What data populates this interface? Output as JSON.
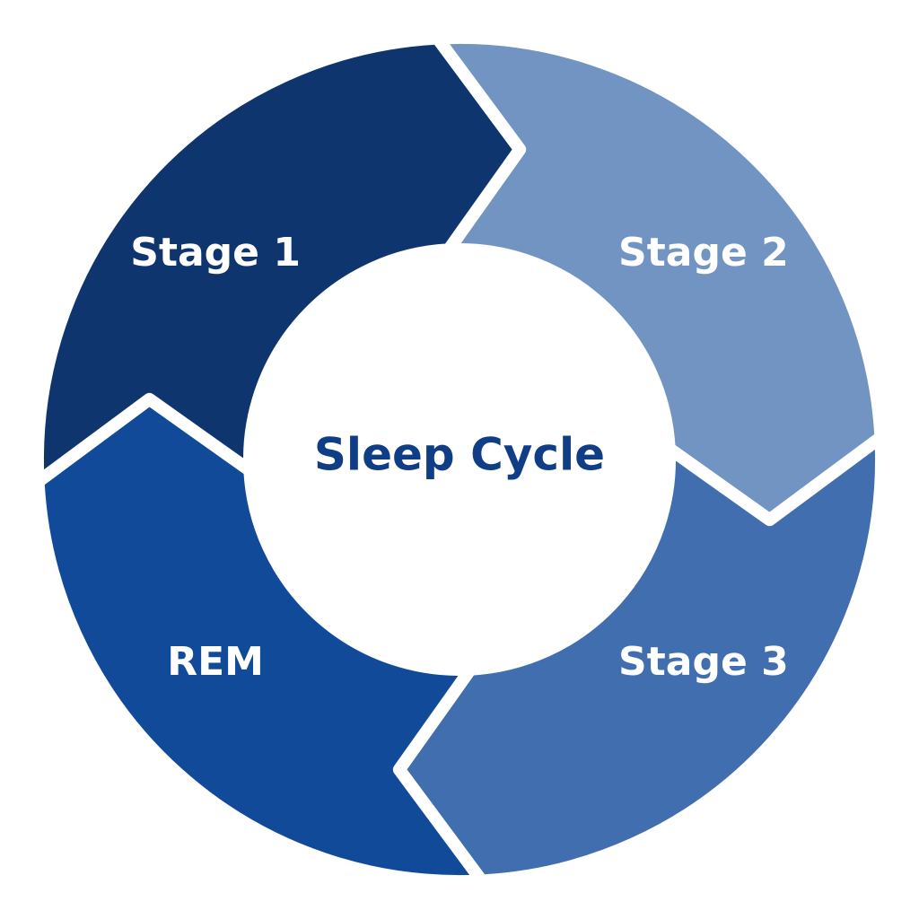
{
  "diagram": {
    "center_title": "Sleep Cycle",
    "center_color": "#0f3d86",
    "segments": [
      {
        "label": "Stage 1",
        "color": "#7294c2"
      },
      {
        "label": "Stage 2",
        "color": "#416eaf"
      },
      {
        "label": "Stage 3",
        "color": "#124a9a"
      },
      {
        "label": "REM",
        "color": "#0f356f"
      }
    ]
  }
}
